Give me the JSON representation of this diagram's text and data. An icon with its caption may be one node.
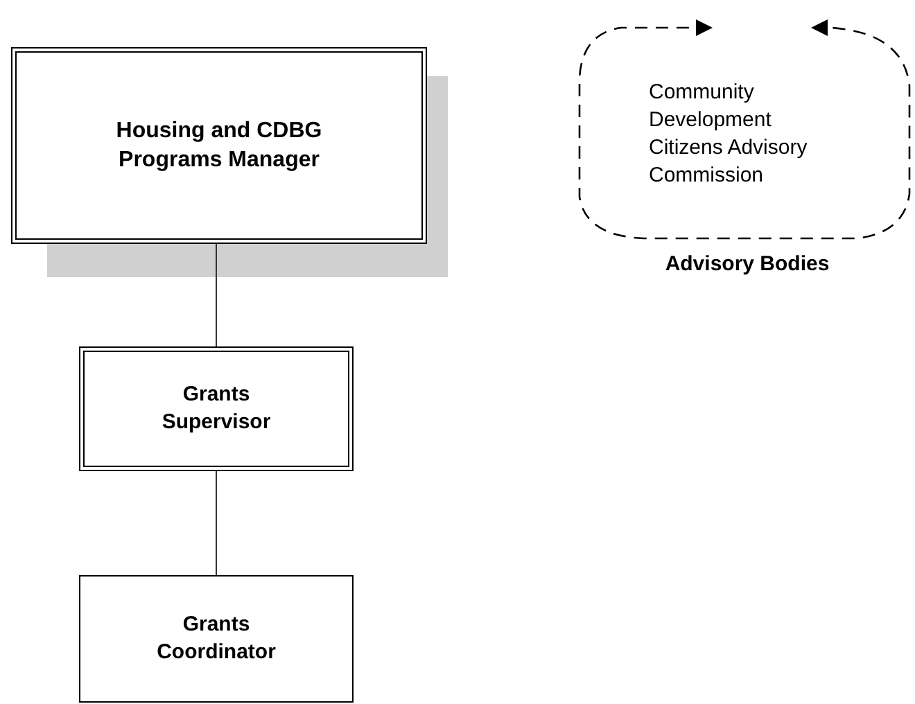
{
  "diagram": {
    "nodes": [
      {
        "text": [
          "Housing and CDBG Programs Manager"
        ]
      },
      {
        "text": [
          "Grants Supervisor"
        ]
      },
      {
        "text": [
          "Grants Coordinator"
        ]
      },
      {
        "text": [
          "Community Development Citizens Advisory Commission",
          "Advisory Bodies"
        ]
      }
    ],
    "edges": [
      {
        "from": 0,
        "to": 1,
        "arrow": "none"
      },
      {
        "from": 1,
        "to": 2,
        "arrow": "none"
      }
    ]
  }
}
